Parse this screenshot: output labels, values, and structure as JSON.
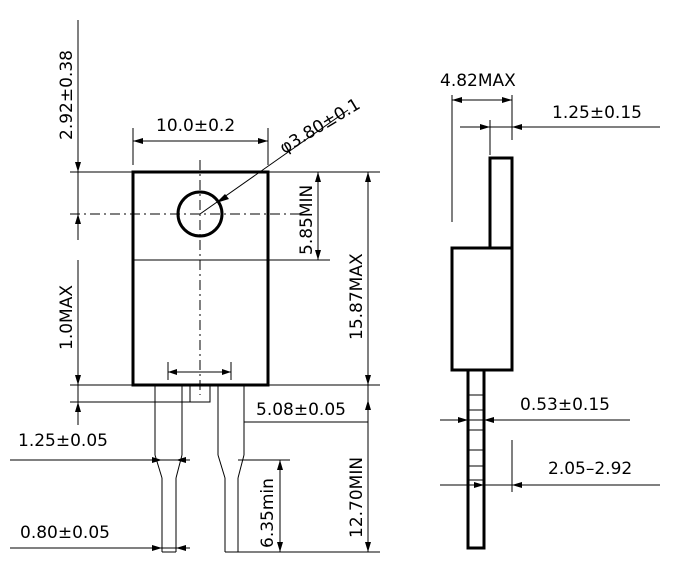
{
  "dimensions": {
    "body_width": "10.0±0.2",
    "hole_diameter": "φ3.80±0.1",
    "tab_height": "2.92±0.38",
    "hole_position": "5.85MIN",
    "body_lower": "1.0MAX",
    "overall_height": "15.87MAX",
    "lead_pitch": "5.08±0.05",
    "lead_shoulder_width": "1.25±0.05",
    "lead_length": "12.70MIN",
    "lead_tip_length": "6.35min",
    "lead_width": "0.80±0.05",
    "thickness": "4.82MAX",
    "tab_thickness": "1.25±0.15",
    "lead_thickness": "0.53±0.15",
    "lead_offset": "2.05–2.92"
  }
}
